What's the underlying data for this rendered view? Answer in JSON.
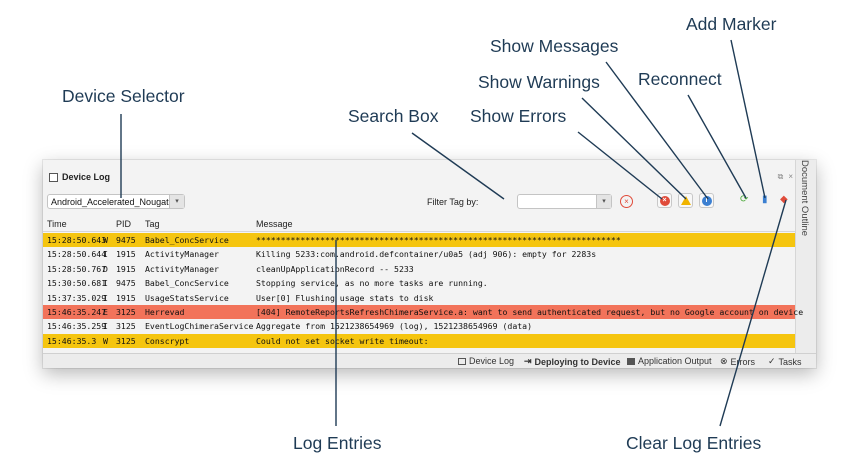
{
  "callouts": {
    "device_selector": "Device Selector",
    "search_box": "Search Box",
    "show_errors": "Show Errors",
    "show_warnings": "Show Warnings",
    "show_messages": "Show Messages",
    "reconnect": "Reconnect",
    "add_marker": "Add Marker",
    "log_entries": "Log Entries",
    "clear_log_entries": "Clear Log Entries"
  },
  "panel": {
    "title": "Device Log",
    "controls": [
      "⧉",
      "×"
    ],
    "side_tab": "Document Outline"
  },
  "toolbar": {
    "device": "Android_Accelerated_Nougat",
    "filter_label": "Filter Tag by:",
    "search_value": ""
  },
  "columns": {
    "time": "Time",
    "pid": "PID",
    "tag": "Tag",
    "message": "Message"
  },
  "log": [
    {
      "time": "15:28:50.643",
      "level": "W",
      "pid": "9475",
      "tag": "Babel_ConcService",
      "message": "**************************************************************************",
      "type": "warn"
    },
    {
      "time": "15:28:50.644",
      "level": "I",
      "pid": "1915",
      "tag": "ActivityManager",
      "message": "Killing 5233:com.android.defcontainer/u0a5 (adj 906): empty for 2283s",
      "type": "info"
    },
    {
      "time": "15:28:50.767",
      "level": "D",
      "pid": "1915",
      "tag": "ActivityManager",
      "message": "cleanUpApplicationRecord -- 5233",
      "type": "info"
    },
    {
      "time": "15:30:50.681",
      "level": "I",
      "pid": "9475",
      "tag": "Babel_ConcService",
      "message": "Stopping service, as no more tasks are running.",
      "type": "info"
    },
    {
      "time": "15:37:35.029",
      "level": "I",
      "pid": "1915",
      "tag": "UsageStatsService",
      "message": "User[0] Flushing usage stats to disk",
      "type": "info"
    },
    {
      "time": "15:46:35.247",
      "level": "E",
      "pid": "3125",
      "tag": "Herrevad",
      "message": "[404] RemoteReportsRefreshChimeraService.a: want to send authenticated request, but no Google account on device",
      "type": "err"
    },
    {
      "time": "15:46:35.259",
      "level": "I",
      "pid": "3125",
      "tag": "EventLogChimeraService",
      "message": "Aggregate from 1521238654969 (log), 1521238654969 (data)",
      "type": "info"
    },
    {
      "time": "15:46:35.3",
      "level": "W",
      "pid": "3125",
      "tag": "Conscrypt",
      "message": "Could not set socket write timeout:",
      "type": "warn"
    }
  ],
  "statusbar": {
    "device_log": "Device Log",
    "deploying": "Deploying to Device",
    "app_output": "Application Output",
    "errors": "Errors",
    "tasks": "Tasks"
  },
  "colors": {
    "warning_row": "#f5c50f",
    "error_row": "#f2735a",
    "callout_text": "#1f3b55"
  }
}
